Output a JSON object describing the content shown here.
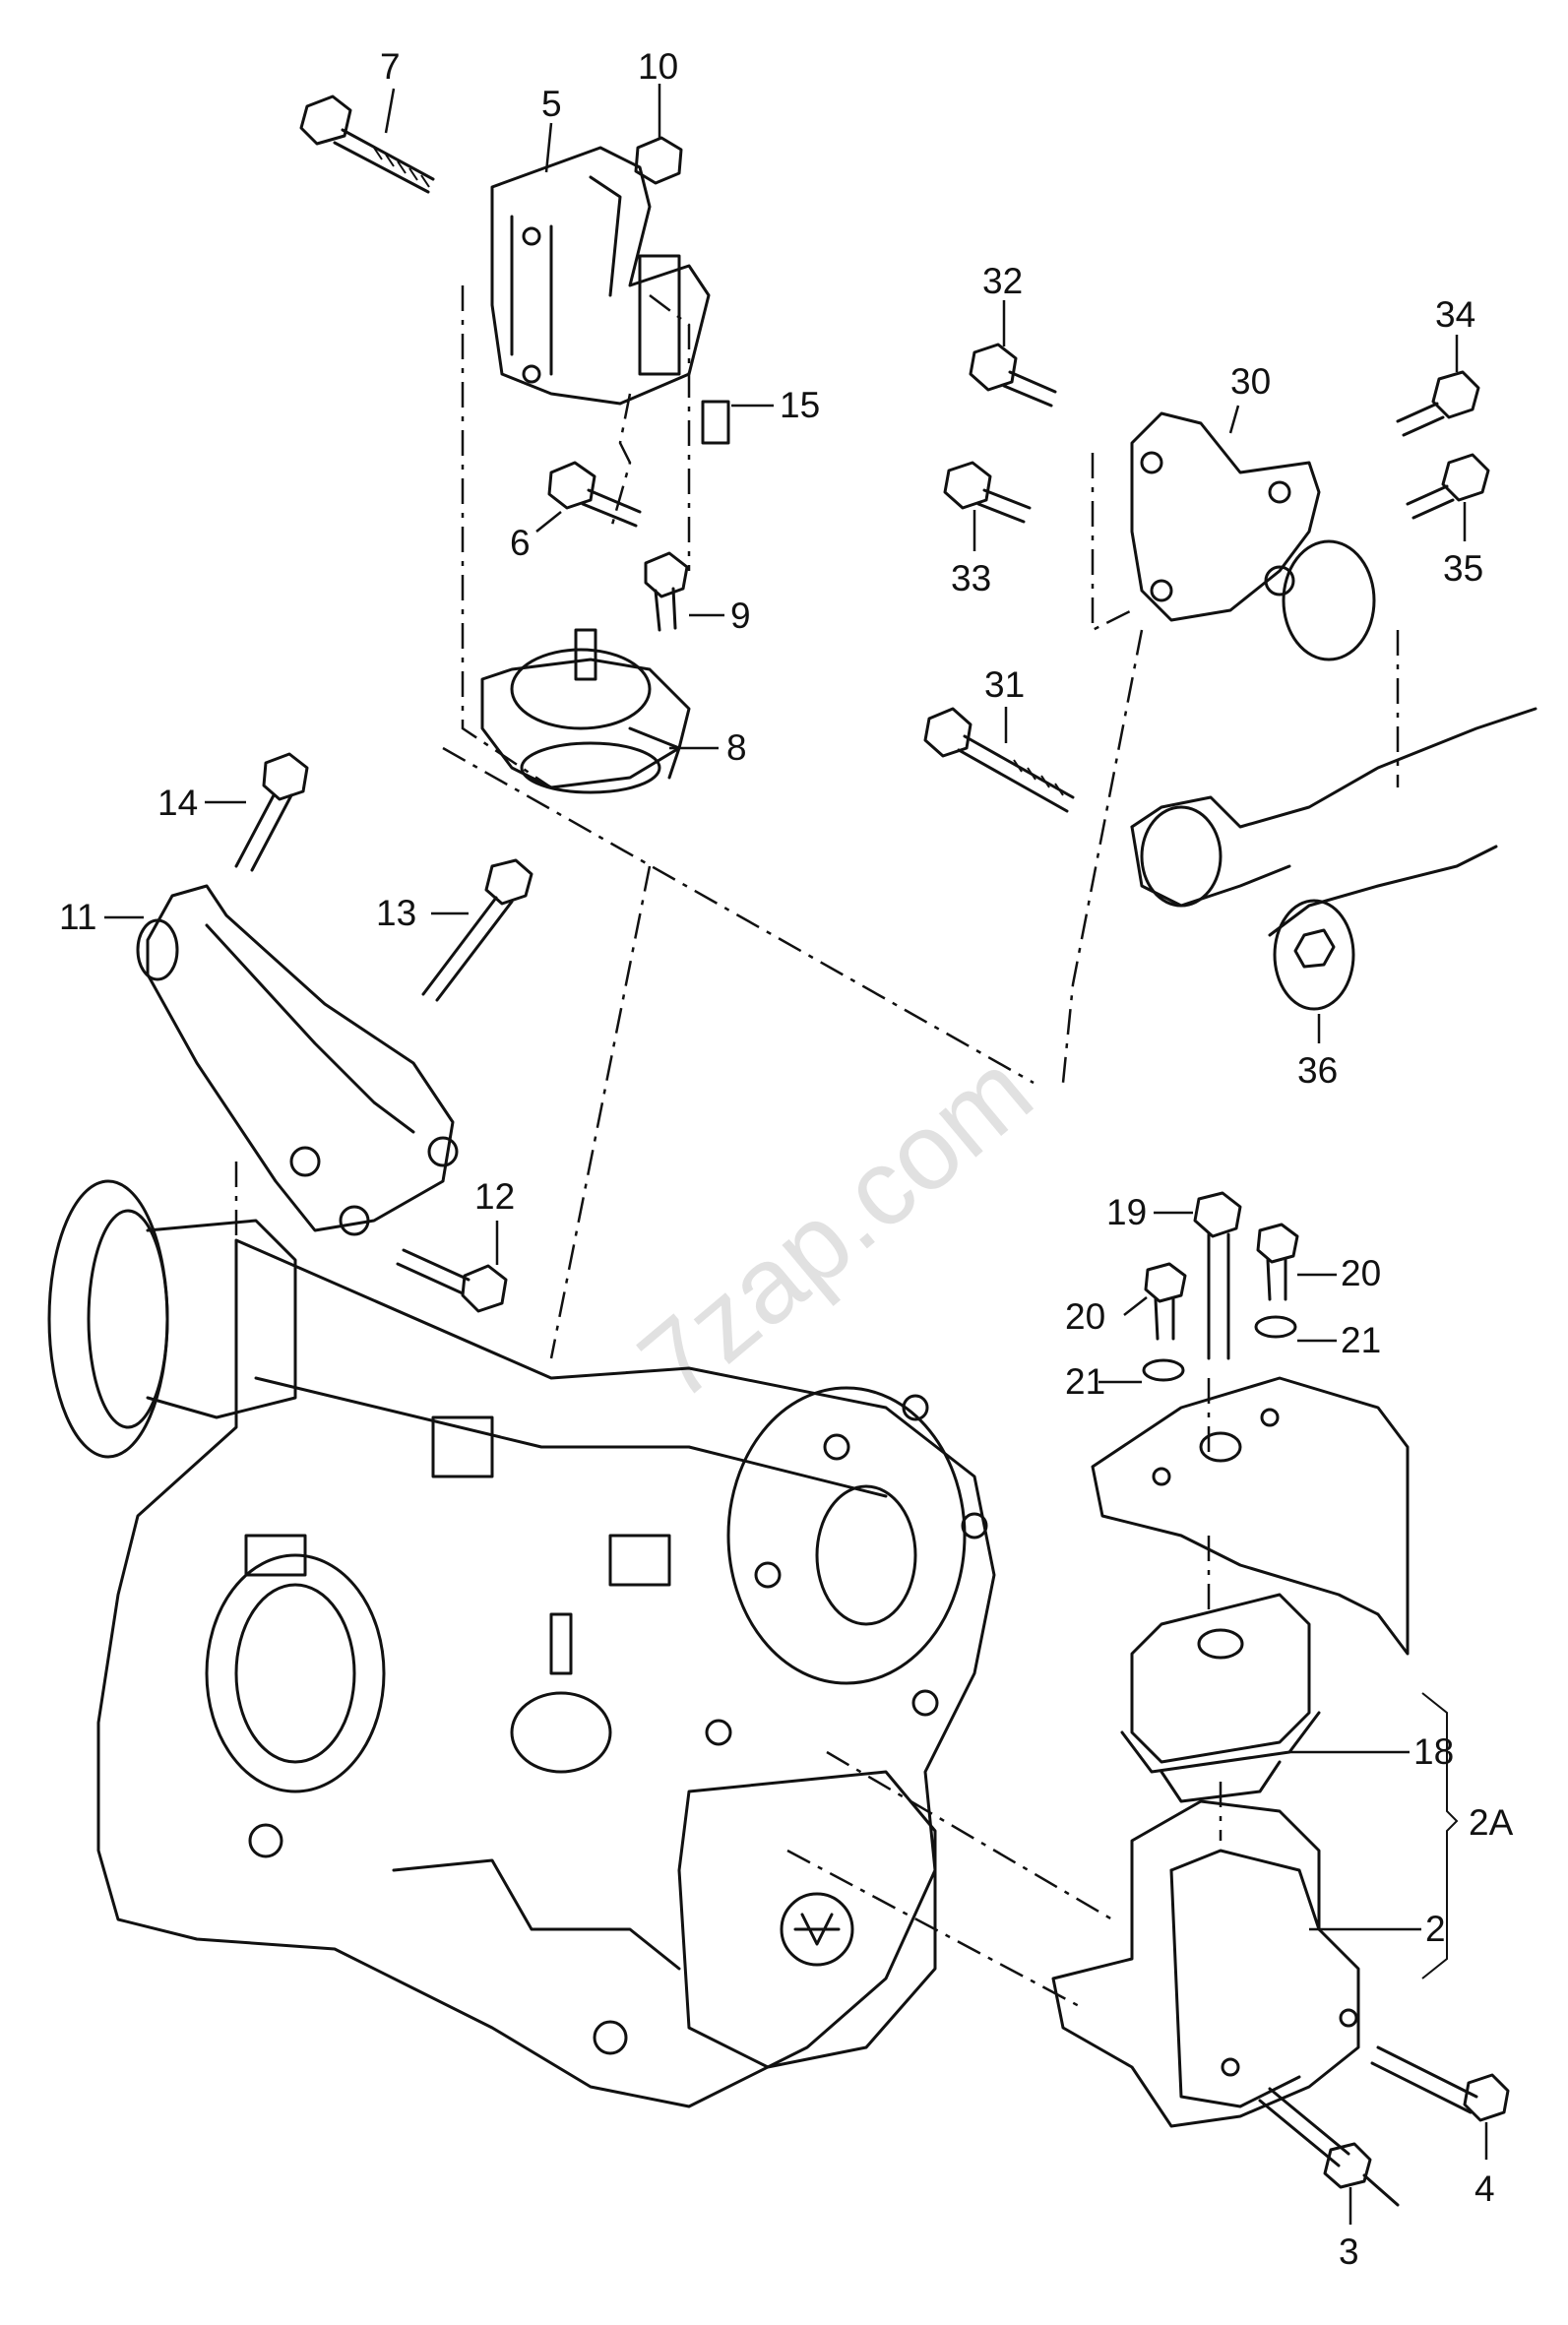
{
  "watermark": "7zap.com",
  "callouts": [
    {
      "label": "7",
      "id": "7"
    },
    {
      "label": "5",
      "id": "5"
    },
    {
      "label": "10",
      "id": "10"
    },
    {
      "label": "15",
      "id": "15"
    },
    {
      "label": "6",
      "id": "6"
    },
    {
      "label": "9",
      "id": "9"
    },
    {
      "label": "8",
      "id": "8"
    },
    {
      "label": "32",
      "id": "32"
    },
    {
      "label": "30",
      "id": "30"
    },
    {
      "label": "34",
      "id": "34"
    },
    {
      "label": "33",
      "id": "33"
    },
    {
      "label": "35",
      "id": "35"
    },
    {
      "label": "31",
      "id": "31"
    },
    {
      "label": "36",
      "id": "36"
    },
    {
      "label": "14",
      "id": "14"
    },
    {
      "label": "11",
      "id": "11"
    },
    {
      "label": "13",
      "id": "13"
    },
    {
      "label": "12",
      "id": "12"
    },
    {
      "label": "19",
      "id": "19"
    },
    {
      "label": "20",
      "id": "20a"
    },
    {
      "label": "20",
      "id": "20b"
    },
    {
      "label": "21",
      "id": "21a"
    },
    {
      "label": "21",
      "id": "21b"
    },
    {
      "label": "18",
      "id": "18"
    },
    {
      "label": "2A",
      "id": "2A"
    },
    {
      "label": "2",
      "id": "2"
    },
    {
      "label": "3",
      "id": "3"
    },
    {
      "label": "4",
      "id": "4"
    }
  ]
}
